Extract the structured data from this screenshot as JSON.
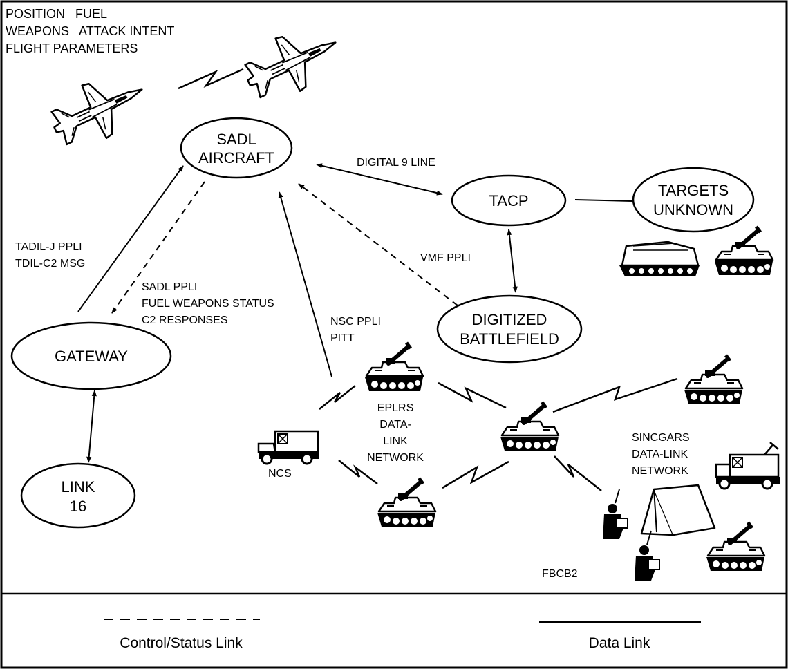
{
  "header_info": {
    "line1": "POSITION   FUEL",
    "line2": "WEAPONS   ATTACK INTENT",
    "line3": "FLIGHT PARAMETERS"
  },
  "nodes": {
    "sadl_aircraft": [
      "SADL",
      "AIRCRAFT"
    ],
    "tacp": "TACP",
    "targets_unknown": [
      "TARGETS",
      "UNKNOWN"
    ],
    "gateway": "GATEWAY",
    "link16": [
      "LINK",
      "16"
    ],
    "digitized_battlefield": [
      "DIGITIZED",
      "BATTLEFIELD"
    ]
  },
  "link_labels": {
    "digital_9_line": "DIGITAL 9 LINE",
    "tadil_j": [
      "TADIL-J PPLI",
      "TDIL-C2 MSG"
    ],
    "sadl_ppli": [
      "SADL PPLI",
      "FUEL WEAPONS STATUS",
      "C2 RESPONSES"
    ],
    "vmf_ppli": "VMF PPLI",
    "nsc_ppli": [
      "NSC PPLI",
      "PITT"
    ],
    "eplrs": [
      "EPLRS",
      "DATA-",
      "LINK",
      "NETWORK"
    ],
    "sincgars": [
      "SINCGARS",
      "DATA-LINK",
      "NETWORK"
    ],
    "ncs": "NCS",
    "fbcb2": "FBCB2"
  },
  "legend": {
    "control_status": "Control/Status Link",
    "data_link": "Data Link"
  },
  "icons": [
    "fighter-jet-icon",
    "artillery-vehicle-icon",
    "armored-carrier-icon",
    "military-truck-icon",
    "tent-icon",
    "radio-operator-icon"
  ]
}
